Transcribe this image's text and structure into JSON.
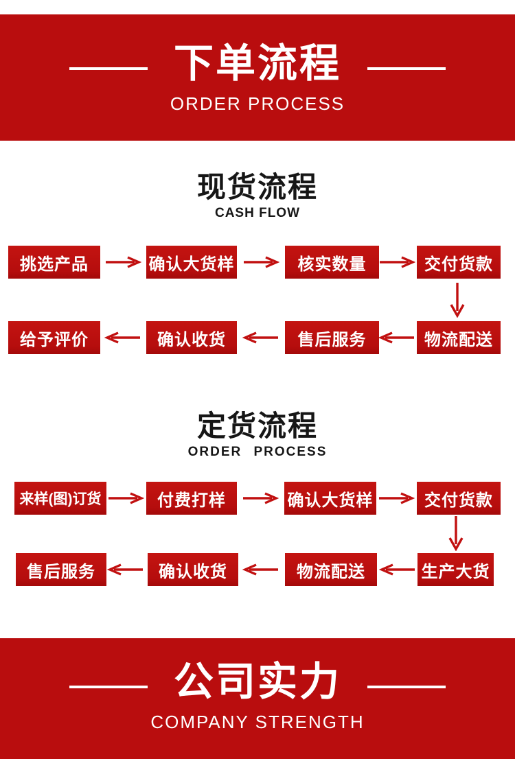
{
  "colors": {
    "banner_red": "#b90d0e",
    "box_red": "#bb0f0e",
    "arrow_red": "#c11010",
    "text_dark": "#161616",
    "text_white": "#ffffff"
  },
  "top_banner": {
    "title": "下单流程",
    "subtitle": "ORDER PROCESS"
  },
  "section_cash": {
    "title": "现货流程",
    "subtitle": "CASH FLOW",
    "row1": [
      "挑选产品",
      "确认大货样",
      "核实数量",
      "交付货款"
    ],
    "row2": [
      "给予评价",
      "确认收货",
      "售后服务",
      "物流配送"
    ]
  },
  "section_order": {
    "title": "定货流程",
    "subtitle": "ORDER PROCESS",
    "row1": [
      "来样(图)订货",
      "付费打样",
      "确认大货样",
      "交付货款"
    ],
    "row2": [
      "售后服务",
      "确认收货",
      "物流配送",
      "生产大货"
    ]
  },
  "bottom_banner": {
    "title": "公司实力",
    "subtitle": "COMPANY STRENGTH"
  }
}
